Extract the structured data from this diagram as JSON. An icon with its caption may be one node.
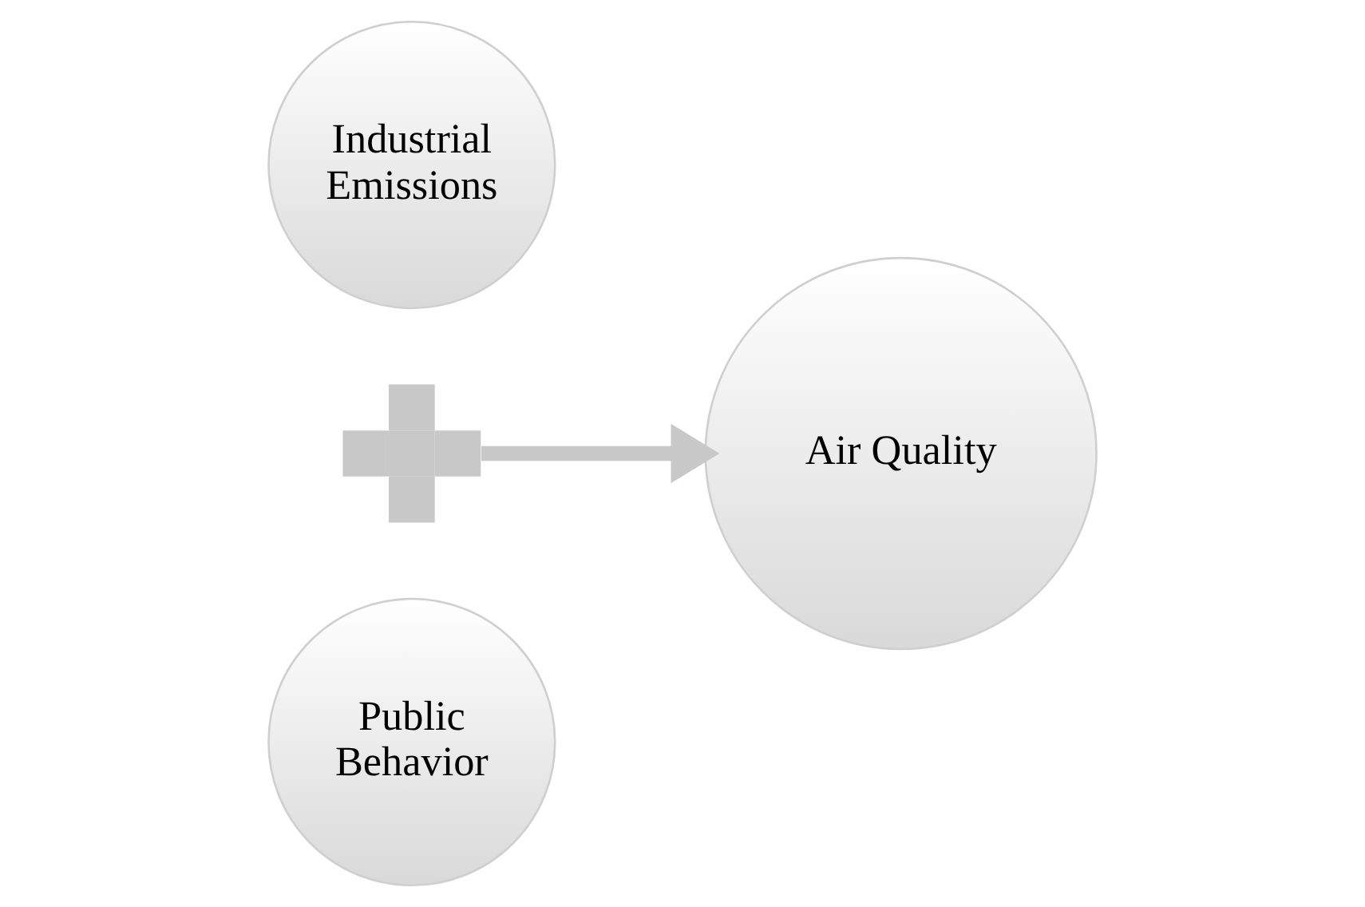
{
  "diagram": {
    "nodes": [
      {
        "text": [
          "Industrial Emissions"
        ]
      },
      {
        "text": [
          "Public Behavior"
        ]
      },
      {
        "text": [],
        "shape": "plus"
      },
      {
        "text": [
          "Air Quality"
        ]
      }
    ],
    "edges": [
      {
        "from": 2,
        "to": 3,
        "arrow": "to"
      }
    ]
  }
}
